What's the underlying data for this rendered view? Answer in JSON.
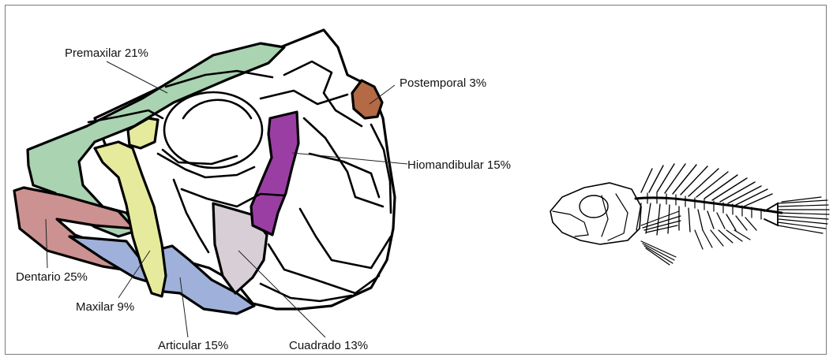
{
  "labels": {
    "premaxilar": "Premaxilar 21%",
    "postemporal": "Postemporal 3%",
    "hiomandibular": "Hiomandibular 15%",
    "dentario": "Dentario 25%",
    "maxilar": "Maxilar 9%",
    "articular": "Articular 15%",
    "cuadrado": "Cuadrado 13%"
  },
  "colors": {
    "premaxilar": "#a9d3b1",
    "postemporal": "#b36a45",
    "hiomandibular": "#9a3ea4",
    "dentario": "#cc9191",
    "maxilar": "#e6ea9c",
    "articular": "#9fb1da",
    "cuadrado": "#d7cfd5"
  }
}
